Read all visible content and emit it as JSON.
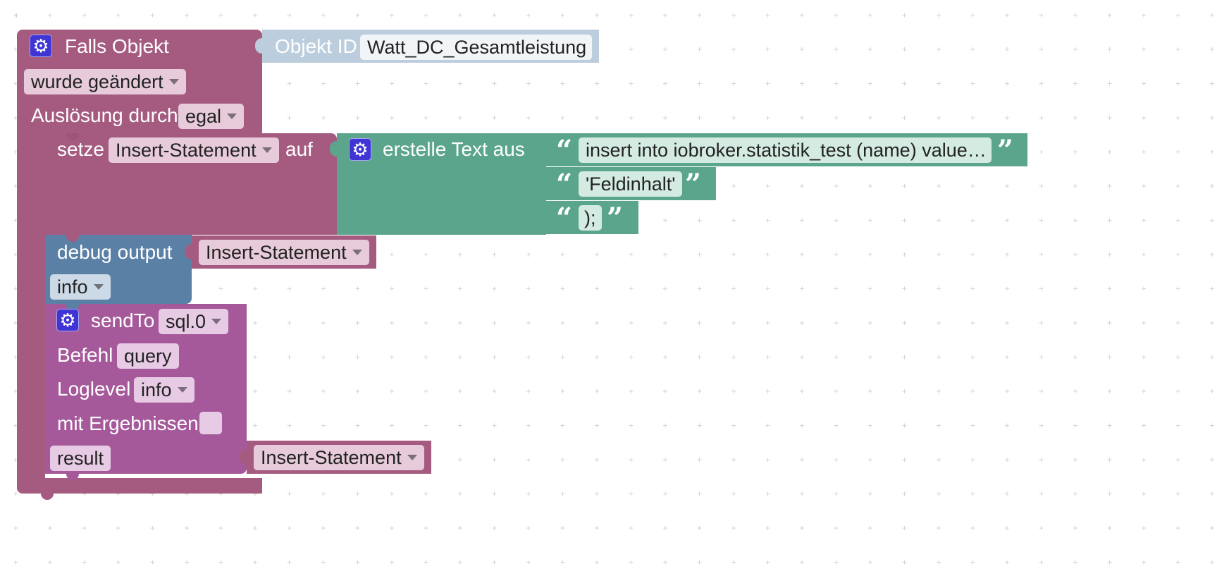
{
  "colors": {
    "event_block": "#a55b80",
    "object_block": "#bccddd",
    "text_block": "#5ba58c",
    "debug_block": "#5b80a5",
    "sendto_block": "#a5599a"
  },
  "event_block": {
    "gear_icon": "gear-icon",
    "title": "Falls Objekt",
    "condition": "wurde geändert",
    "trigger_label": "Auslösung durch",
    "trigger_value": "egal"
  },
  "object_id_block": {
    "label": "Objekt ID",
    "value": "Watt_DC_Gesamtleistung"
  },
  "set_block": {
    "label": "setze",
    "variable": "Insert-Statement",
    "to_label": "auf"
  },
  "text_join_block": {
    "gear_icon": "gear-icon",
    "title": "erstelle Text aus",
    "open_quote": "“",
    "close_quote": "”",
    "items": [
      "insert into iobroker.statistik_test (name) value…",
      "'Feldinhalt'",
      ");"
    ]
  },
  "debug_block": {
    "label": "debug output",
    "variable": "Insert-Statement",
    "level": "info"
  },
  "sendto_block": {
    "gear_icon": "gear-icon",
    "label": "sendTo",
    "instance": "sql.0",
    "command_label": "Befehl",
    "command_value": "query",
    "loglevel_label": "Loglevel",
    "loglevel_value": "info",
    "results_label": "mit Ergebnissen",
    "result_label": "result",
    "result_variable": "Insert-Statement"
  }
}
